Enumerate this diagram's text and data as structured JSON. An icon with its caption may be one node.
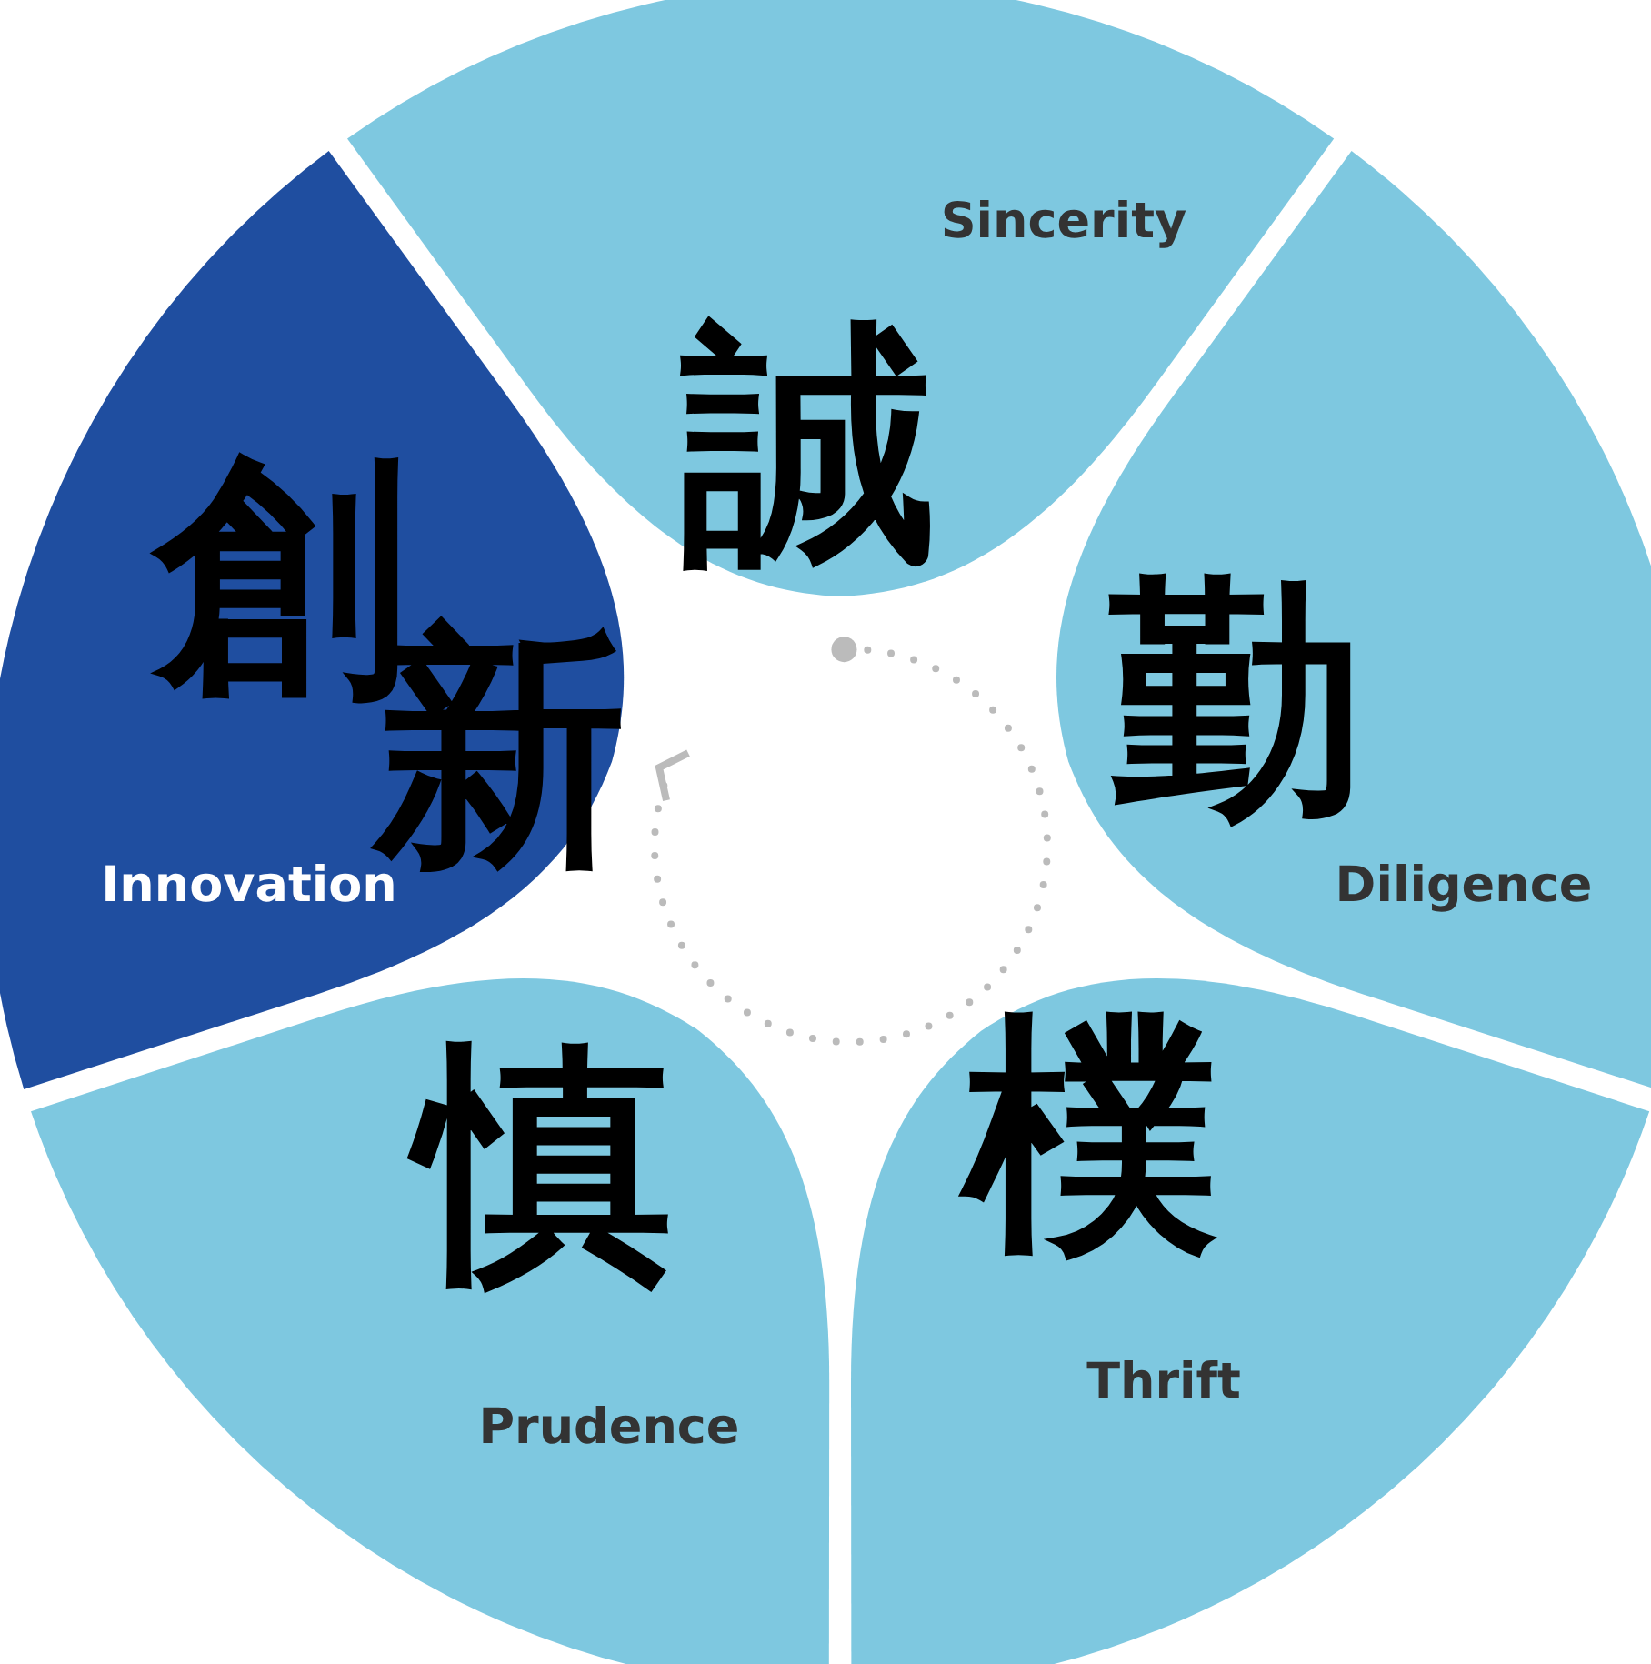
{
  "diagram": {
    "nodes": [
      {
        "text": [
          "誠",
          "Sincerity"
        ]
      },
      {
        "text": [
          "創新",
          "Innovation"
        ]
      },
      {
        "text": [
          "勤",
          "Diligence"
        ]
      },
      {
        "text": [
          "慎",
          "Prudence"
        ]
      },
      {
        "text": [
          "樸",
          "Thrift"
        ]
      }
    ],
    "edges": []
  }
}
